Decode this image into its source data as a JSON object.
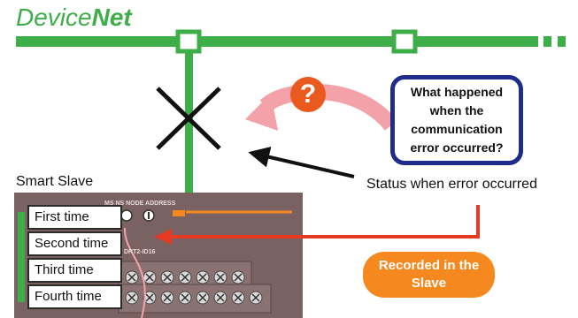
{
  "logo": {
    "part1": "Device",
    "part2": "Net"
  },
  "labels": {
    "smart_slave": "Smart Slave",
    "status_when_error": "Status when error occurred"
  },
  "question_mark": "?",
  "callout_text": "What happened when the communication error occurred?",
  "recorded_text": "Recorded in the Slave",
  "device": {
    "header_text": "MS NS  NODE ADDRESS",
    "model_text": "DRT2-ID16"
  },
  "history": [
    "First time",
    "Second time",
    "Third time",
    "Fourth time"
  ],
  "colors": {
    "network_green": "#3eae49",
    "callout_border": "#1f2c8a",
    "pink_arrow": "#f4a2aa",
    "red_arrow": "#e63a23",
    "orange_pill": "#f5891f",
    "question_badge": "#ea5a1f",
    "device_body": "#7a6262"
  }
}
